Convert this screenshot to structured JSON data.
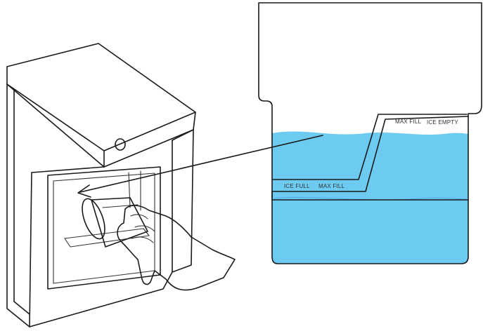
{
  "labels": {
    "max_fill_top": "MAX FILL",
    "ice_empty": "ICE EMPTY",
    "ice_full": "ICE FULL",
    "max_fill_bottom": "MAX FILL"
  },
  "colors": {
    "water": "#6DCBF1",
    "water_line": "#4aaed8",
    "ink": "#1a1a1a",
    "background": "#ffffff"
  },
  "icons": {
    "machine": "ice-maker-illustration",
    "hand": "hand-holding-cup",
    "arrow": "pointer-arrow"
  }
}
